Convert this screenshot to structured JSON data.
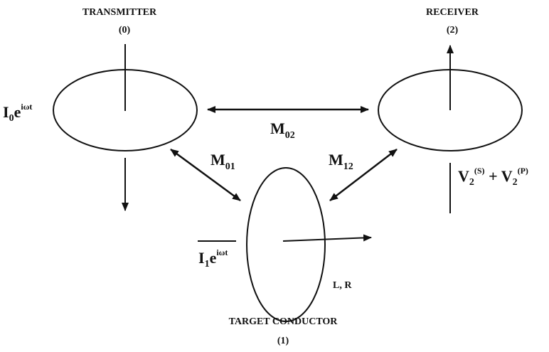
{
  "nodes": {
    "transmitter": {
      "title": "TRANSMITTER",
      "index": "(0)"
    },
    "receiver": {
      "title": "RECEIVER",
      "index": "(2)"
    },
    "target": {
      "title": "TARGET CONDUCTOR",
      "index": "(1)",
      "params": "L, R"
    }
  },
  "labels": {
    "i0": {
      "base": "I",
      "sub": "0",
      "e": "e",
      "exp": "iωt"
    },
    "i1": {
      "base": "I",
      "sub": "1",
      "e": "e",
      "exp": "iωt"
    },
    "m02": {
      "base": "M",
      "sub": "02"
    },
    "m01": {
      "base": "M",
      "sub": "01"
    },
    "m12": {
      "base": "M",
      "sub": "12"
    },
    "v2": {
      "term1_base": "V",
      "term1_sub": "2",
      "term1_sup": "(S)",
      "plus": " + ",
      "term2_base": "V",
      "term2_sub": "2",
      "term2_sup": "(P)"
    }
  },
  "colors": {
    "ink": "#111111",
    "background": "#ffffff"
  }
}
